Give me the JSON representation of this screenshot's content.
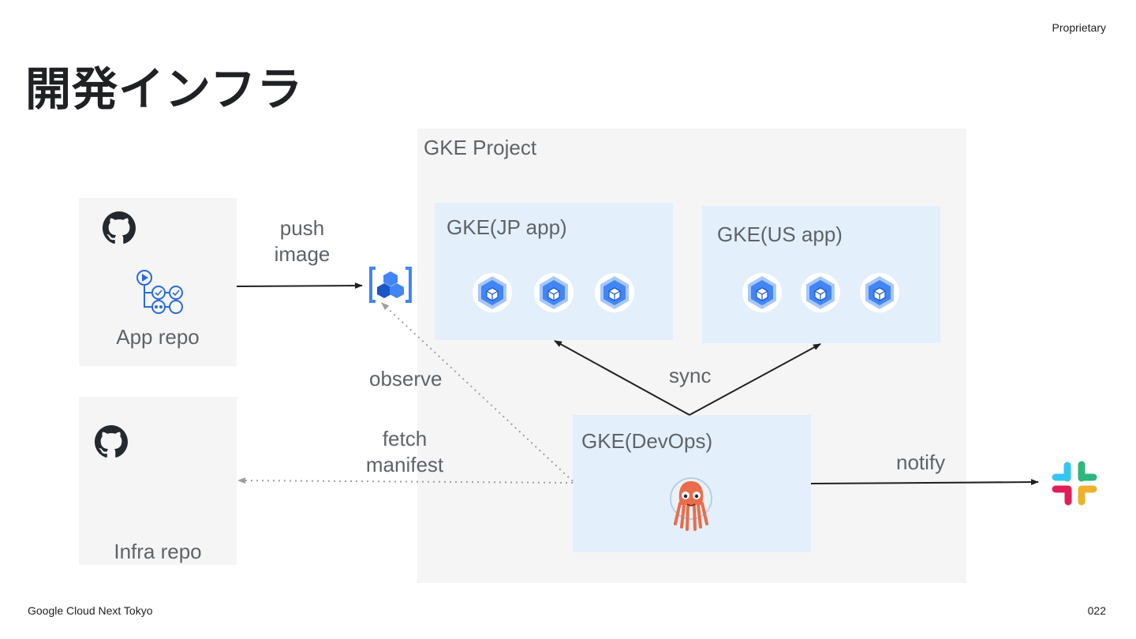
{
  "header": {
    "proprietary": "Proprietary",
    "title": "開発インフラ"
  },
  "footer": {
    "event": "Google Cloud Next Tokyo",
    "page_number": "022"
  },
  "diagram": {
    "gke_project_label": "GKE Project",
    "app_repo_label": "App repo",
    "infra_repo_label": "Infra repo",
    "gke_jp_label": "GKE(JP app)",
    "gke_us_label": "GKE(US app)",
    "gke_devops_label": "GKE(DevOps)",
    "edges": {
      "push_image": [
        "push",
        "image"
      ],
      "observe": "observe",
      "fetch_manifest": [
        "fetch",
        "manifest"
      ],
      "sync": "sync",
      "notify": "notify"
    }
  },
  "colors": {
    "box_gray": "#f5f5f5",
    "box_blue": "#e3f0fb",
    "kube_blue": "#4285f4",
    "argo_orange": "#e96d4c"
  },
  "icons": [
    "github-icon",
    "github-actions-icon",
    "artifact-registry-icon",
    "kubernetes-pod-icon",
    "argo-cd-icon",
    "slack-icon"
  ]
}
